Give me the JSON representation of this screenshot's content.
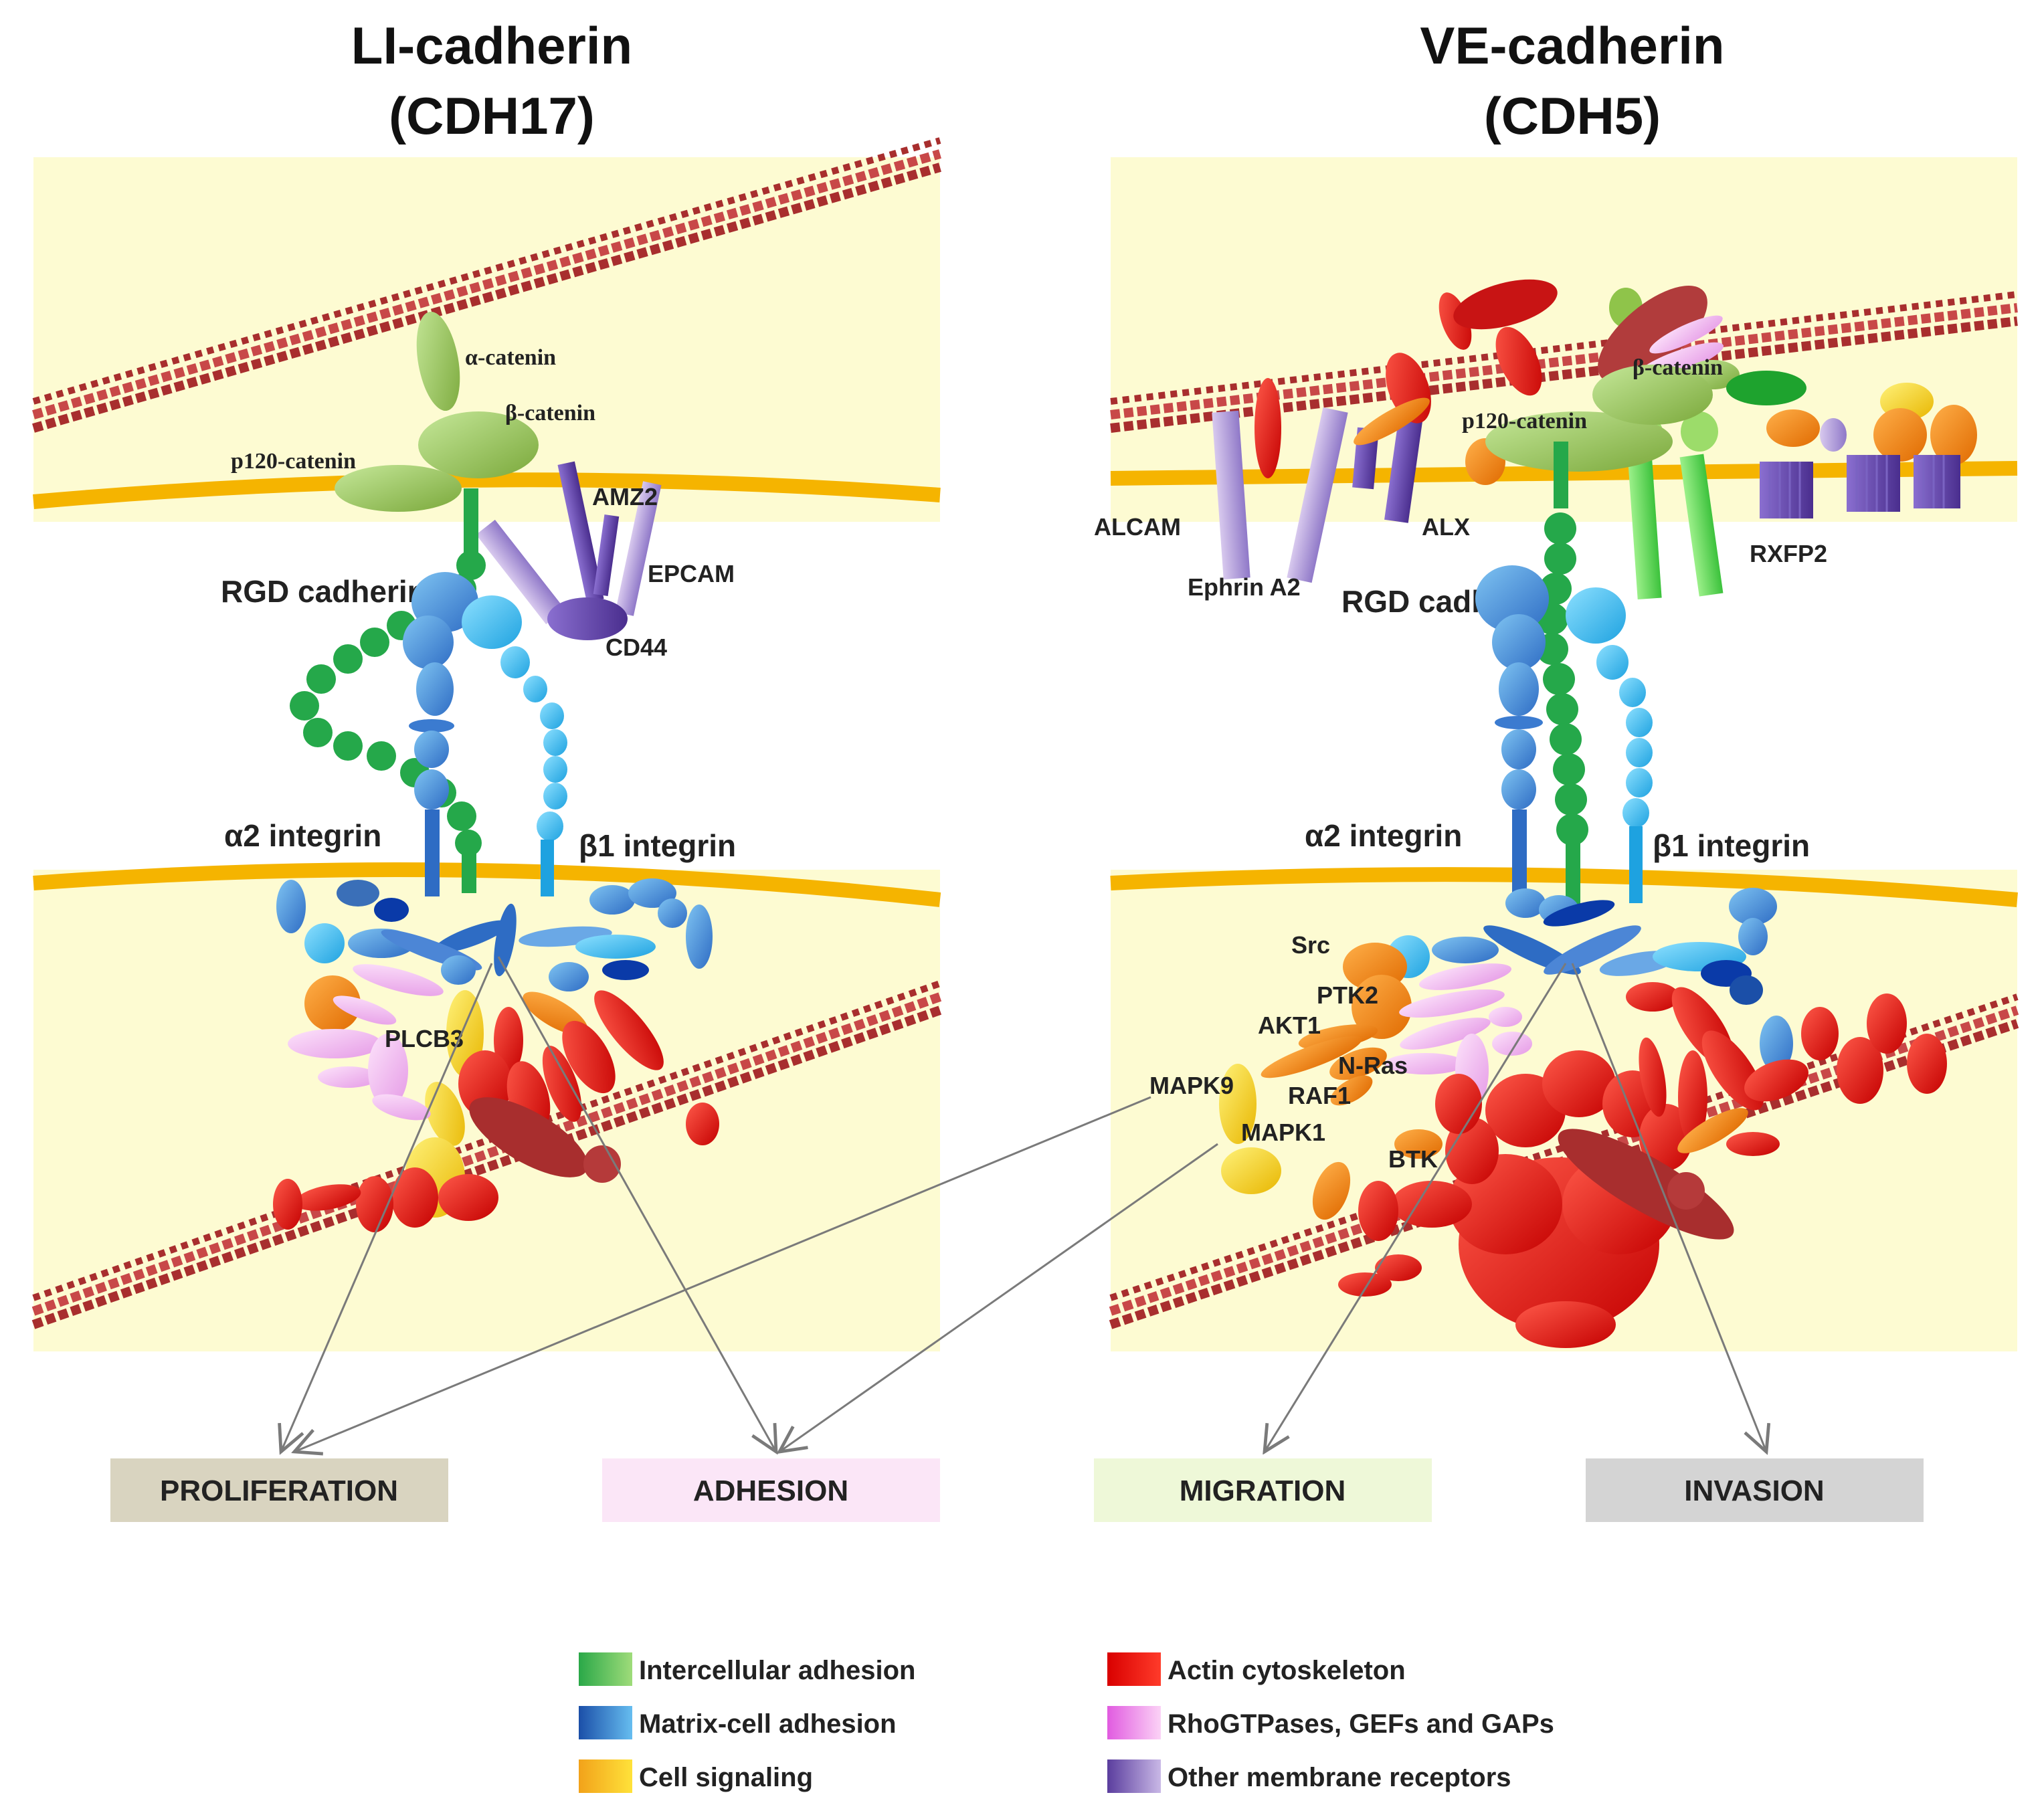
{
  "panels": {
    "left": {
      "title_line1": "LI-cadherin",
      "title_line2": "(CDH17)",
      "labels": {
        "alpha_catenin": "α-catenin",
        "beta_catenin": "β-catenin",
        "p120_catenin": "p120-catenin",
        "amz2": "AMZ2",
        "epcam": "EPCAM",
        "cd44": "CD44",
        "rgd_cadherin": "RGD cadherin",
        "alpha2_integrin": "α2 integrin",
        "beta1_integrin": "β1 integrin",
        "plcb3": "PLCB3"
      }
    },
    "right": {
      "title_line1": "VE-cadherin",
      "title_line2": "(CDH5)",
      "labels": {
        "beta_catenin": "β-catenin",
        "p120_catenin": "p120-catenin",
        "alcam": "ALCAM",
        "ephrin_a2": "Ephrin A2",
        "alx": "ALX",
        "rxfp2": "RXFP2",
        "rgd_cadherin": "RGD cadherin",
        "alpha2_integrin": "α2 integrin",
        "beta1_integrin": "β1 integrin",
        "src": "Src",
        "ptk2": "PTK2",
        "akt1": "AKT1",
        "nras": "N-Ras",
        "raf1": "RAF1",
        "mapk9": "MAPK9",
        "mapk1": "MAPK1",
        "btk": "BTK"
      }
    }
  },
  "outcomes": [
    {
      "label": "PROLIFERATION",
      "color": "#d9d4c0"
    },
    {
      "label": "ADHESION",
      "color": "#fbe6f7"
    },
    {
      "label": "MIGRATION",
      "color": "#eef8d8"
    },
    {
      "label": "INVASION",
      "color": "#d4d4d4"
    }
  ],
  "legend": [
    {
      "label": "Intercellular adhesion",
      "color_a": "#2aa848",
      "color_b": "#9fdc7a"
    },
    {
      "label": "Matrix-cell adhesion",
      "color_a": "#1b4fa8",
      "color_b": "#66bdf0"
    },
    {
      "label": "Cell signaling",
      "color_a": "#f2a21a",
      "color_b": "#ffe23a"
    },
    {
      "label": "Actin cytoskeleton",
      "color_a": "#d90000",
      "color_b": "#ff3b2a"
    },
    {
      "label": "RhoGTPases, GEFs and GAPs",
      "color_a": "#e15be0",
      "color_b": "#fbd2f6"
    },
    {
      "label": "Other membrane receptors",
      "color_a": "#5a3d9e",
      "color_b": "#c9b8e6"
    }
  ],
  "colors": {
    "cell_background": "#fdfbd2",
    "membrane": "#f5b400",
    "actin_bead": "#b53a3a",
    "arrow": "#7a7a7a"
  }
}
